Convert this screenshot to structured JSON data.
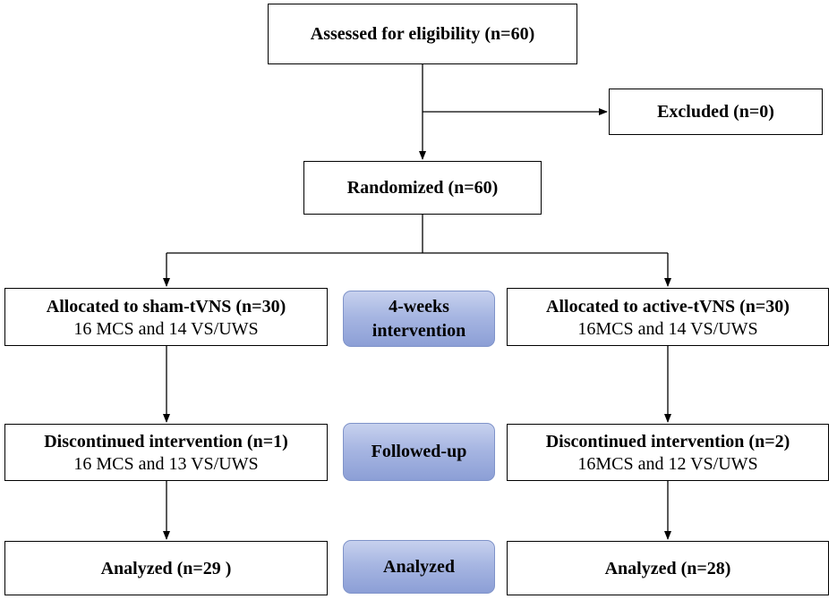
{
  "assessed": "Assessed for eligibility (n=60)",
  "excluded": "Excluded (n=0)",
  "randomized": "Randomized (n=60)",
  "left": {
    "allocated": "Allocated to sham-tVNS  (n=30)",
    "allocated_detail": "16 MCS and 14 VS/UWS",
    "discontinued": "Discontinued intervention (n=1)",
    "discontinued_detail": "16 MCS and 13 VS/UWS",
    "analyzed": "Analyzed  (n=29 )"
  },
  "right": {
    "allocated": "Allocated to active-tVNS (n=30)",
    "allocated_detail": "16MCS and 14 VS/UWS",
    "discontinued": "Discontinued intervention (n=2)",
    "discontinued_detail": "16MCS and 12 VS/UWS",
    "analyzed": "Analyzed  (n=28)"
  },
  "stages": {
    "intervention_line1": "4-weeks",
    "intervention_line2": "intervention",
    "followup": "Followed-up",
    "analyzed": "Analyzed"
  },
  "colors": {
    "stage_fill": "#a7b6e2",
    "stage_border": "#7f93c9",
    "line": "#000000"
  }
}
